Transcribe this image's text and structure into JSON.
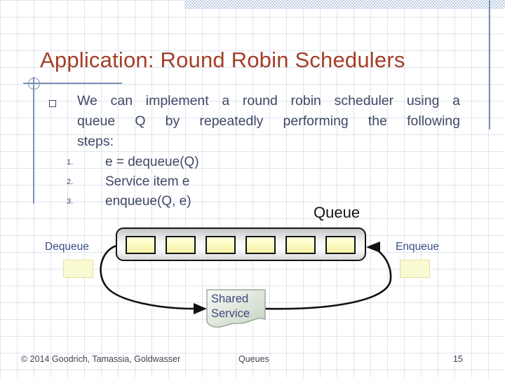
{
  "slide": {
    "title": "Application: Round Robin Schedulers",
    "bullet": {
      "lines": [
        "We can implement a round robin scheduler using a",
        "queue Q by repeatedly performing the following",
        "steps:"
      ]
    },
    "steps": [
      {
        "num": "1.",
        "text": "e = dequeue(Q)"
      },
      {
        "num": "2.",
        "text": "Service item e"
      },
      {
        "num": "3.",
        "text": "enqueue(Q, e)"
      }
    ],
    "diagram": {
      "queue_label": "Queue",
      "dequeue_label": "Dequeue",
      "enqueue_label": "Enqueue",
      "shared_service_line1": "Shared",
      "shared_service_line2": "Service",
      "queue_cell_count": 6
    },
    "footer": {
      "copyright": "© 2014 Goodrich, Tamassia, Goldwasser",
      "section": "Queues",
      "page_number": "15"
    },
    "colors": {
      "title": "#a43e26",
      "body_text": "#3f4765",
      "label_blue": "#3c4e86",
      "accent_line": "#7e91b6",
      "queue_item_fill": "#f7f2a4",
      "shared_service_fill": "#c6d3c2"
    }
  }
}
